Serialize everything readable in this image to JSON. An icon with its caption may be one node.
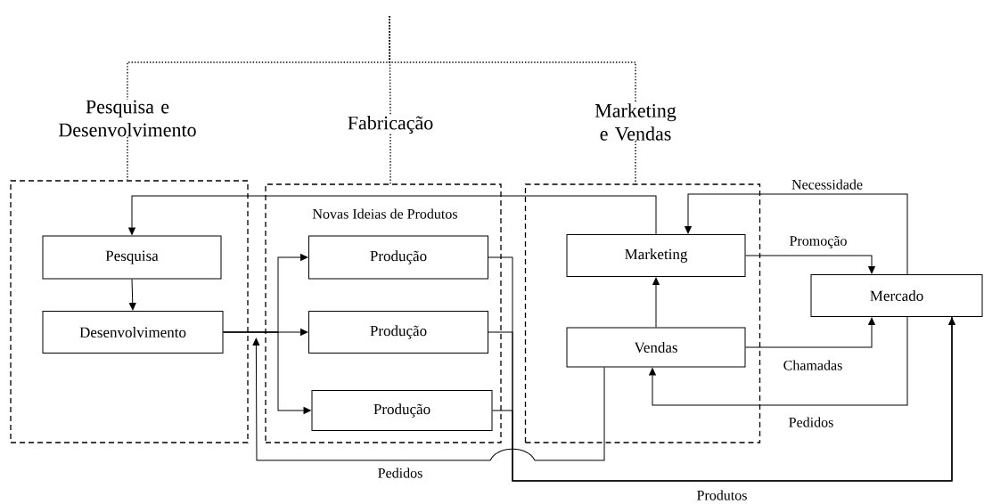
{
  "diagram": {
    "nodes": [
      {
        "text": [
          "Pesquisa e Desenvolvimento"
        ]
      },
      {
        "text": [
          "Pesquisa"
        ],
        "in": 0
      },
      {
        "text": [
          "Desenvolvimento"
        ],
        "in": 0
      },
      {
        "text": [
          "Fabricação"
        ]
      },
      {
        "text": [
          "Produção"
        ],
        "in": 3
      },
      {
        "text": [
          "Produção"
        ],
        "in": 3
      },
      {
        "text": [
          "Produção"
        ],
        "in": 3
      },
      {
        "text": [
          "Marketing e Vendas"
        ]
      },
      {
        "text": [
          "Marketing"
        ],
        "in": 7
      },
      {
        "text": [
          "Vendas"
        ],
        "in": 7
      },
      {
        "text": [
          "Mercado"
        ]
      }
    ],
    "edges": [
      {
        "from": null,
        "to": 0,
        "arrow": "none",
        "style": "dashed"
      },
      {
        "from": null,
        "to": 3,
        "arrow": "none",
        "style": "dashed"
      },
      {
        "from": null,
        "to": 7,
        "arrow": "none",
        "style": "dashed"
      },
      {
        "from": 1,
        "to": 2,
        "arrow": "to"
      },
      {
        "from": 2,
        "to": 4,
        "arrow": "to"
      },
      {
        "from": 2,
        "to": 5,
        "arrow": "to"
      },
      {
        "from": 2,
        "to": 6,
        "arrow": "to"
      },
      {
        "from": 8,
        "to": 1,
        "arrow": "to",
        "label": "Novas Ideias de Produtos"
      },
      {
        "from": 9,
        "to": 8,
        "arrow": "to"
      },
      {
        "from": 8,
        "to": 10,
        "arrow": "to",
        "label": "Promoção"
      },
      {
        "from": 9,
        "to": 10,
        "arrow": "to",
        "label": "Chamadas"
      },
      {
        "from": 10,
        "to": 8,
        "arrow": "to",
        "label": "Necessidade"
      },
      {
        "from": 10,
        "to": 9,
        "arrow": "to",
        "label": "Pedidos"
      },
      {
        "from": 9,
        "to": 3,
        "arrow": "to",
        "label": "Pedidos"
      },
      {
        "from": 4,
        "to": 10,
        "arrow": "none",
        "label": "Produtos"
      },
      {
        "from": 5,
        "to": 10,
        "arrow": "none"
      },
      {
        "from": 6,
        "to": 10,
        "arrow": "to"
      }
    ]
  }
}
